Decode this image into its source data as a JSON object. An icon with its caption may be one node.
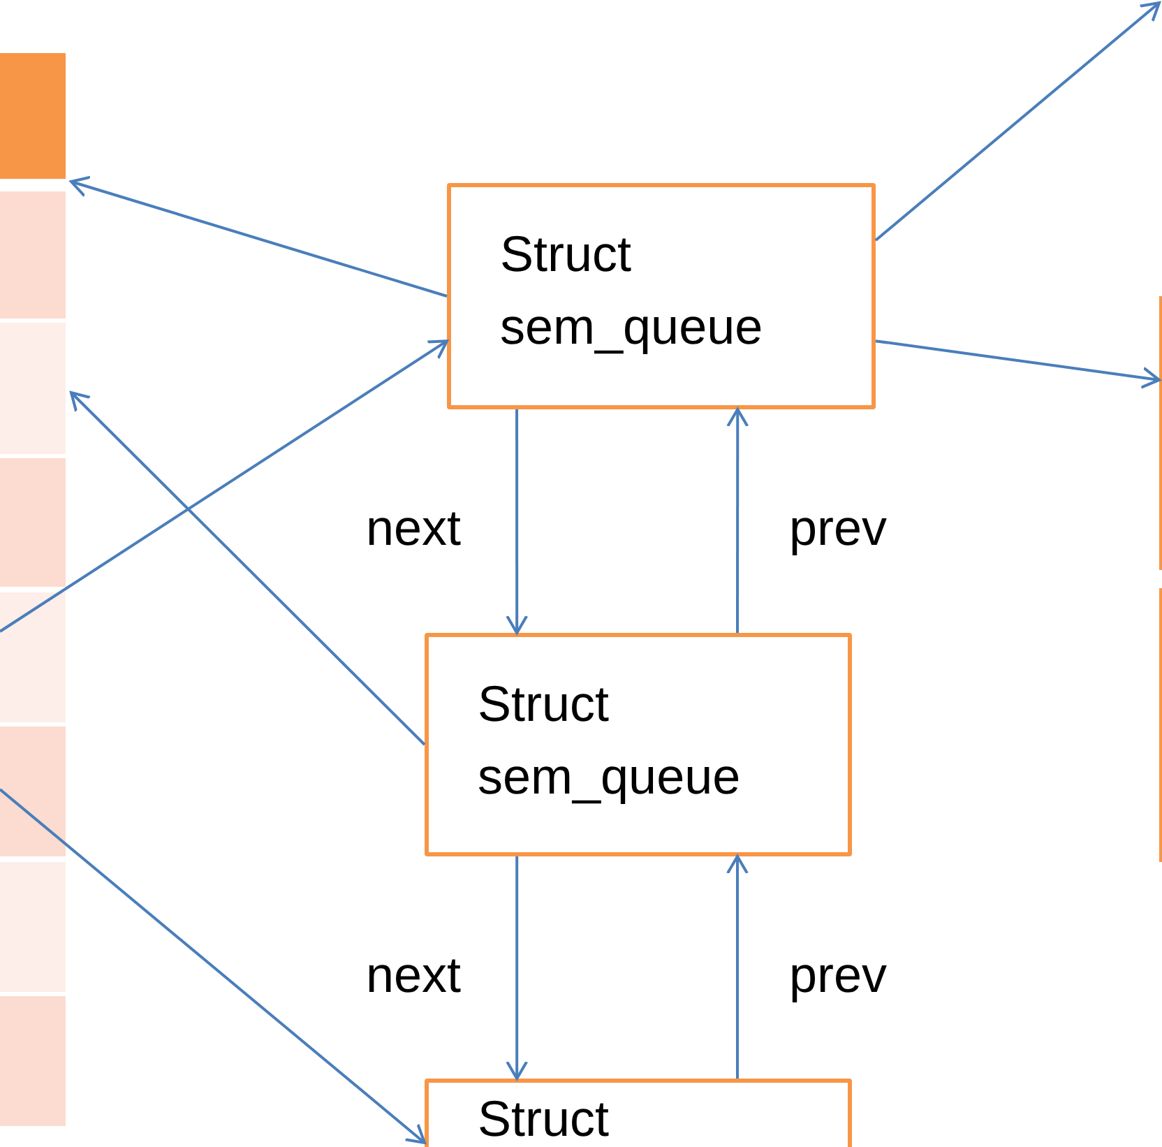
{
  "diagram": {
    "nodes": [
      {
        "text": [],
        "shape": "box"
      },
      {
        "text": [],
        "shape": "box"
      },
      {
        "text": [],
        "shape": "box"
      },
      {
        "text": [],
        "shape": "box"
      },
      {
        "text": [],
        "shape": "box"
      },
      {
        "text": [],
        "shape": "box"
      },
      {
        "text": [],
        "shape": "box"
      },
      {
        "text": [],
        "shape": "box"
      },
      {
        "text": [
          "Struct sem_queue"
        ]
      },
      {
        "text": [
          "Struct sem_queue"
        ]
      },
      {
        "text": [
          "Struct"
        ]
      },
      {
        "text": [],
        "shape": "box"
      },
      {
        "text": [],
        "shape": "box"
      }
    ],
    "edges": [
      {
        "from": 8,
        "to": 0,
        "arrow": "to"
      },
      {
        "from": 8,
        "to": null,
        "arrow": "to"
      },
      {
        "from": 8,
        "to": 11,
        "arrow": "to"
      },
      {
        "from": 8,
        "to": 9,
        "arrow": "to",
        "label": "next"
      },
      {
        "from": 9,
        "to": 8,
        "arrow": "to",
        "label": "prev"
      },
      {
        "from": 9,
        "to": 2,
        "arrow": "to"
      },
      {
        "from": 4,
        "to": 8,
        "arrow": "to"
      },
      {
        "from": 5,
        "to": 10,
        "arrow": "to"
      },
      {
        "from": 9,
        "to": 10,
        "arrow": "to",
        "label": "next"
      },
      {
        "from": 10,
        "to": 9,
        "arrow": "to",
        "label": "prev"
      }
    ]
  }
}
